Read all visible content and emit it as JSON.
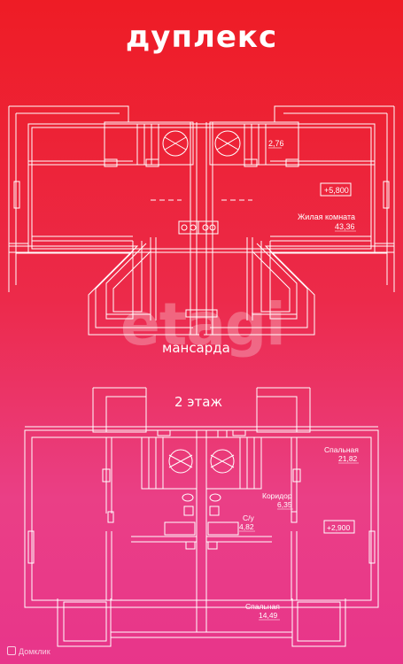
{
  "title": "дуплекс",
  "watermark": "etagi",
  "floors": {
    "attic": {
      "label": "мансарда",
      "level_mark": "+5,800",
      "rooms": [
        {
          "name": "",
          "area": "2,76"
        },
        {
          "name": "Жилая комната",
          "area": "43,36"
        }
      ]
    },
    "second": {
      "label": "2 этаж",
      "level_mark": "+2,900",
      "rooms": [
        {
          "name": "Спальная",
          "area": "21,82"
        },
        {
          "name": "Коридор",
          "area": "6,35"
        },
        {
          "name": "С/у",
          "area": "4,82"
        },
        {
          "name": "Спальная",
          "area": "14,49"
        }
      ]
    }
  },
  "brand": "Домклик"
}
